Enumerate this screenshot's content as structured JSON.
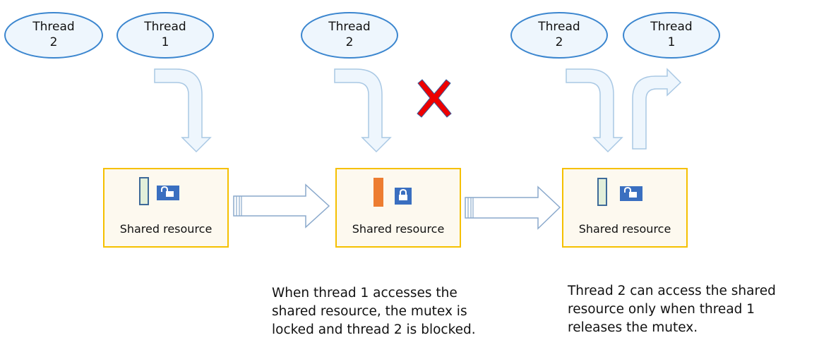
{
  "stages": [
    {
      "threads": [
        {
          "line1": "Thread",
          "line2": "2"
        },
        {
          "line1": "Thread",
          "line2": "1"
        }
      ],
      "resource_label": "Shared resource",
      "mutex_state": "unlocked"
    },
    {
      "threads": [
        {
          "line1": "Thread",
          "line2": "2"
        }
      ],
      "resource_label": "Shared resource",
      "mutex_state": "locked",
      "blocked_marker": "red-x"
    },
    {
      "threads": [
        {
          "line1": "Thread",
          "line2": "2"
        },
        {
          "line1": "Thread",
          "line2": "1"
        }
      ],
      "resource_label": "Shared resource",
      "mutex_state": "unlocked"
    }
  ],
  "captions": [
    "When thread 1 accesses the\nshared resource, the mutex is\nlocked and thread 2 is blocked.",
    "Thread 2 can access the shared\nresource only when thread 1\nreleases the mutex."
  ],
  "colors": {
    "ellipse_fill": "#eef6fd",
    "ellipse_stroke": "#3b86cf",
    "arrow_fill": "#eef6fd",
    "arrow_stroke": "#a9c8e4",
    "box_fill": "#fdf9ef",
    "box_stroke": "#f5c000",
    "lock_bg": "#3a6fc0",
    "bar_free_fill": "#e2efda",
    "bar_free_stroke": "#3e6a99",
    "bar_busy_fill": "#ed7d31",
    "cross": "#ee0000"
  }
}
